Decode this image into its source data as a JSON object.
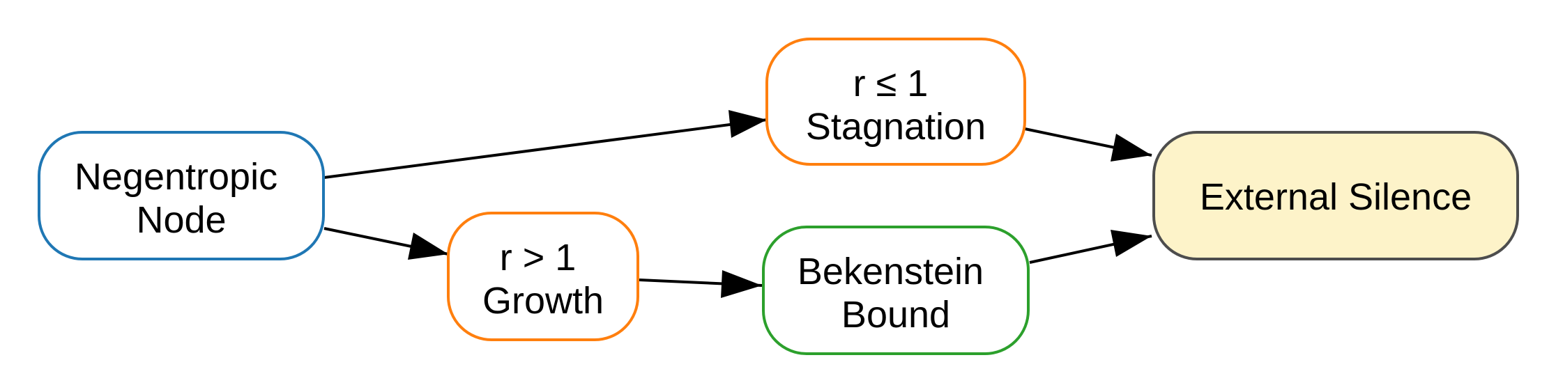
{
  "colors": {
    "blue": "#1f77b4",
    "orange": "#ff7f0e",
    "green": "#2ca02c",
    "gray": "#4d4d4d",
    "fill_terminal": "#fdf3c9",
    "edge": "#000000"
  },
  "nodes": {
    "negentropic": {
      "line1": "Negentropic",
      "line2": "Node"
    },
    "stagnation": {
      "line1": "r ≤ 1",
      "line2": "Stagnation"
    },
    "growth": {
      "line1": "r > 1",
      "line2": "Growth"
    },
    "bekenstein": {
      "line1": "Bekenstein",
      "line2": "Bound"
    },
    "silence": {
      "line1": "External Silence"
    }
  }
}
